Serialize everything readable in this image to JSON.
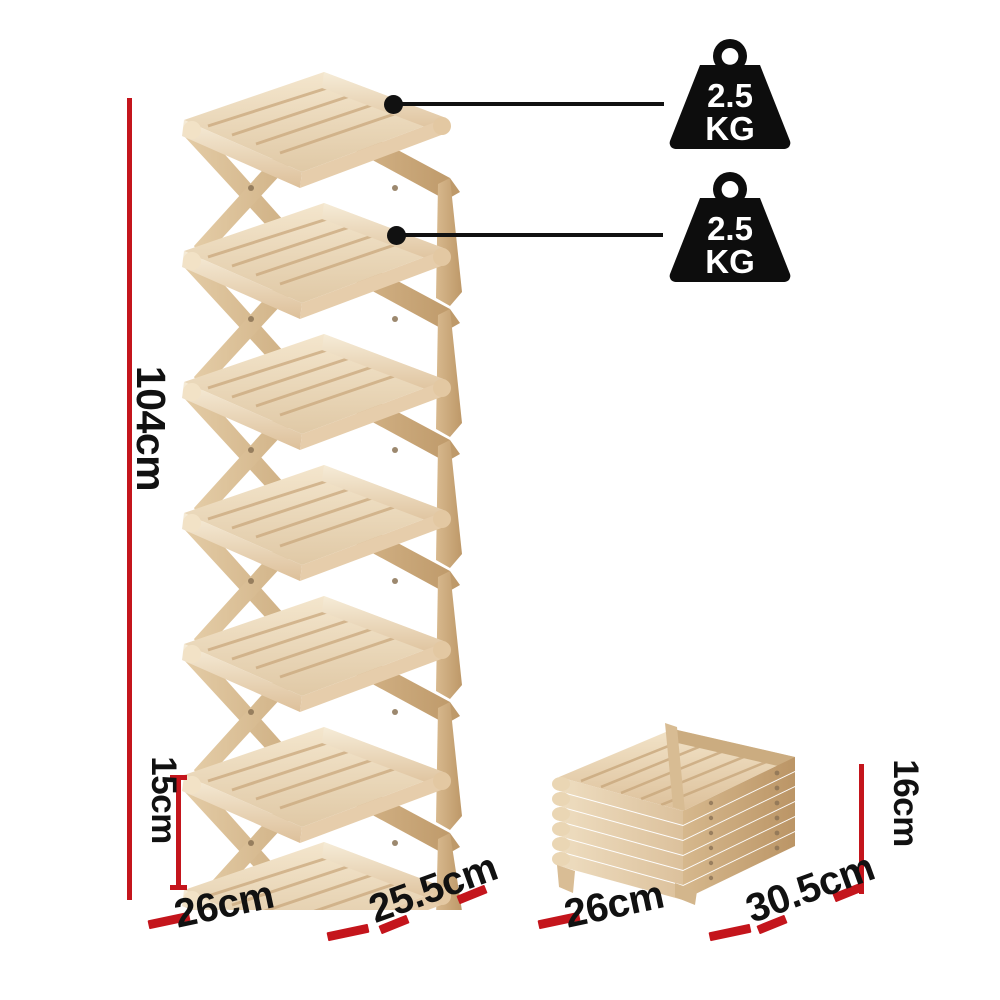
{
  "product": {
    "name": "folding-wooden-shoe-rack",
    "background_color": "#ffffff",
    "accent_color": "#c4151c",
    "line_color": "#111111",
    "wood_light": "#f0dfc4",
    "wood_mid": "#ddc3a0",
    "wood_dark": "#c2a074"
  },
  "dimensions": {
    "height": "104cm",
    "shelf_gap": "15cm",
    "open_width": "26cm",
    "open_depth": "25.5cm",
    "folded_height": "16cm",
    "folded_width": "26cm",
    "folded_depth": "30.5cm"
  },
  "capacity": {
    "shelf_1": {
      "value": "2.5",
      "unit": "KG"
    },
    "shelf_2": {
      "value": "2.5",
      "unit": "KG"
    }
  },
  "views": {
    "open": {
      "label": "open-shoe-rack",
      "shelf_count": 7
    },
    "folded": {
      "label": "folded-shoe-rack",
      "layer_count": 6
    }
  }
}
